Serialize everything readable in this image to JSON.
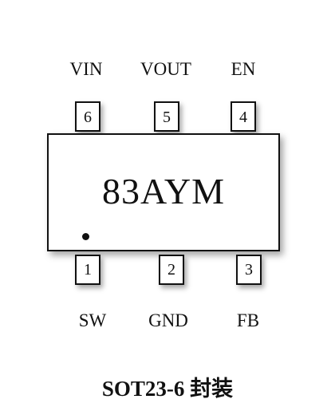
{
  "package": {
    "marking": "83AYM",
    "caption_name": "SOT23-6",
    "caption_suffix": "封装"
  },
  "pins_top": [
    {
      "number": "6",
      "name": "VIN"
    },
    {
      "number": "5",
      "name": "VOUT"
    },
    {
      "number": "4",
      "name": "EN"
    }
  ],
  "pins_bottom": [
    {
      "number": "1",
      "name": "SW"
    },
    {
      "number": "2",
      "name": "GND"
    },
    {
      "number": "3",
      "name": "FB"
    }
  ]
}
